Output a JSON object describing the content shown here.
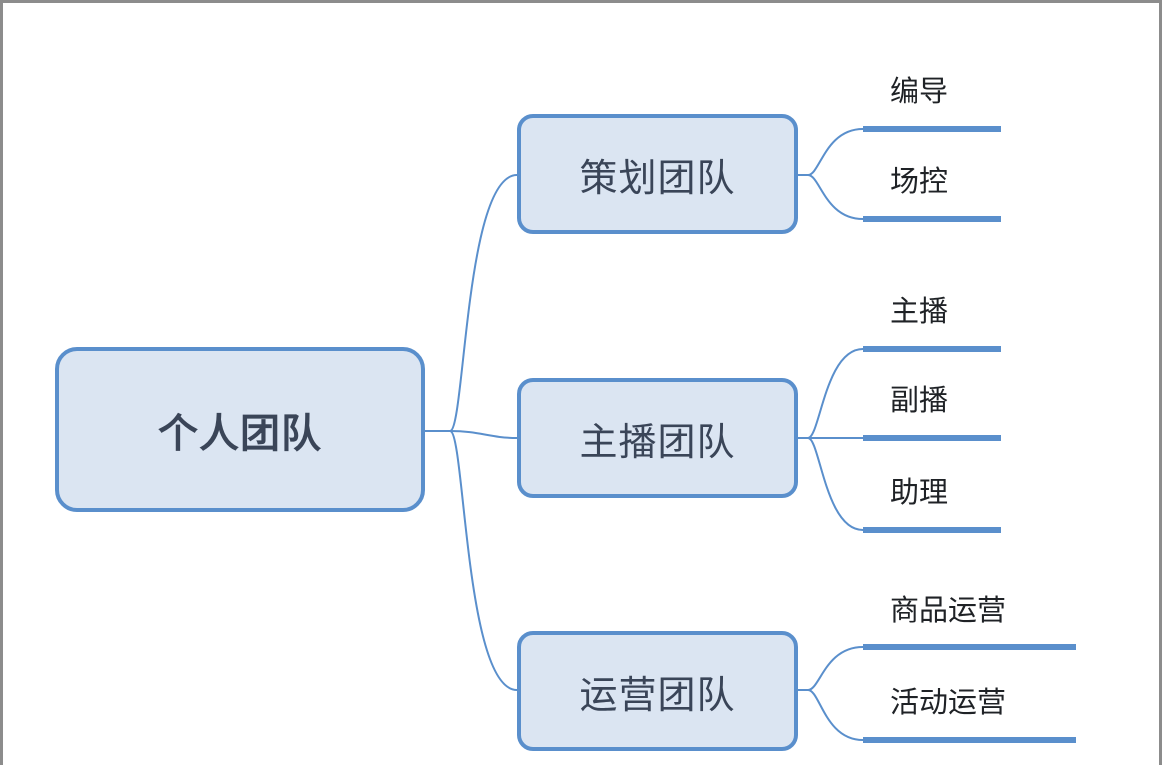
{
  "colors": {
    "line": "#5a8fcc",
    "box_fill": "#dbe5f2",
    "box_border": "#5a8fcc",
    "frame": "#8c8c8c"
  },
  "root": {
    "label": "个人团队"
  },
  "branches": [
    {
      "label": "策划团队",
      "children": [
        "编导",
        "场控"
      ]
    },
    {
      "label": "主播团队",
      "children": [
        "主播",
        "副播",
        "助理"
      ]
    },
    {
      "label": "运营团队",
      "children": [
        "商品运营",
        "活动运营"
      ]
    }
  ]
}
